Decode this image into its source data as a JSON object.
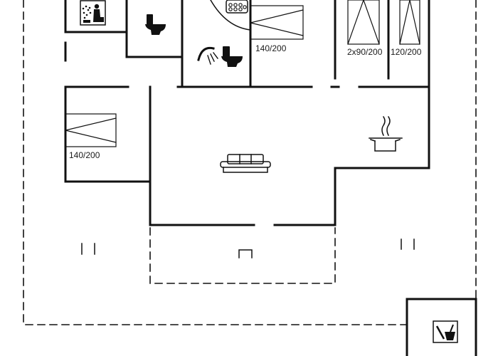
{
  "floorplan": {
    "bed_labels": {
      "bedroom_top": "140/200",
      "bedroom_left": "140/200",
      "bunk_room_a": "2x90/200",
      "bunk_room_b": "120/200"
    },
    "icons": [
      "sauna-icon",
      "toilet-icon",
      "whirlpool-icon",
      "shower-icon",
      "sofa-icon",
      "cooking-pot-icon",
      "outdoor-shower-icon",
      "door-marker-icon"
    ]
  }
}
